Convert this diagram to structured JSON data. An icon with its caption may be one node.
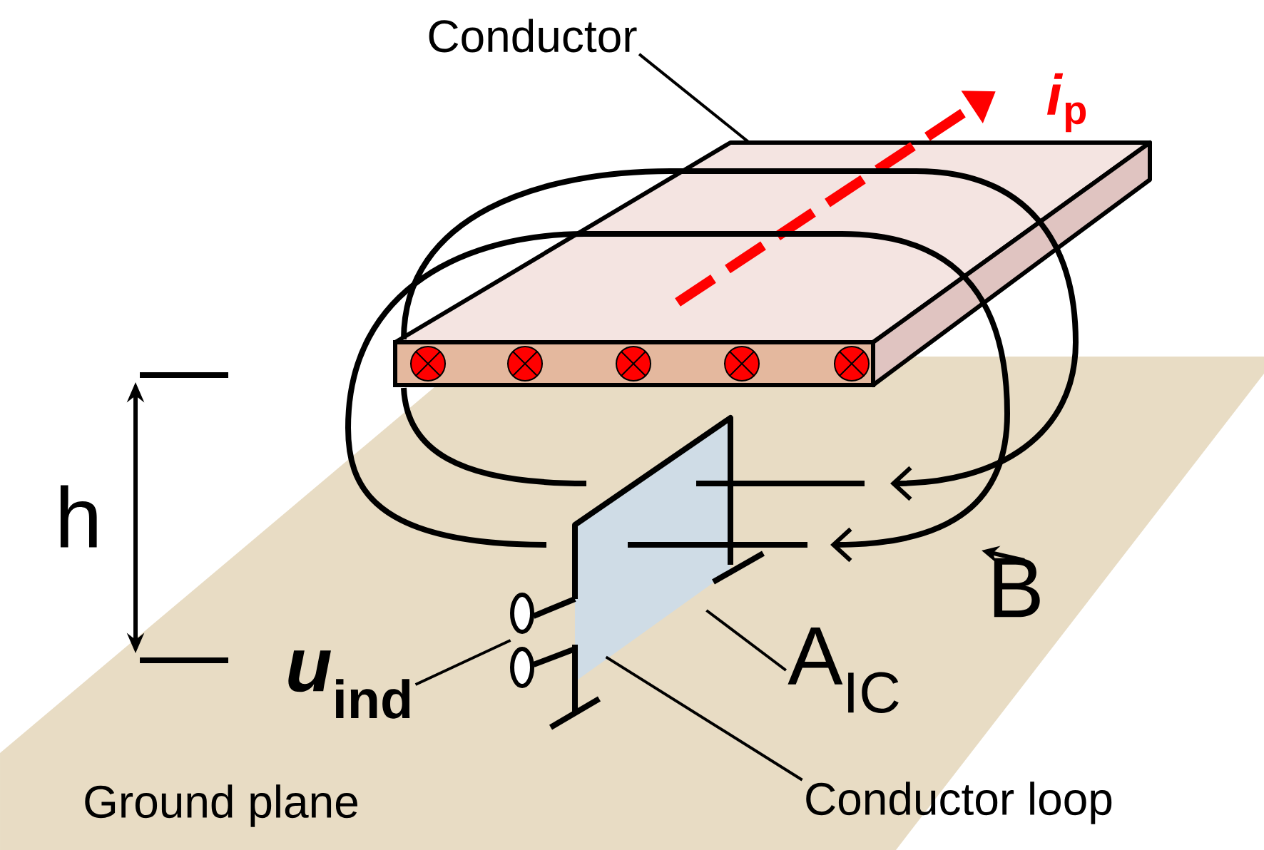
{
  "diagram": {
    "nodes": [
      {
        "text": [
          "Conductor"
        ]
      },
      {
        "text": [],
        "shape": "picture"
      },
      {
        "text": [],
        "shape": "picture"
      },
      {
        "text": [
          "A$_{IC}$"
        ]
      },
      {
        "text": [
          "Conductor loop"
        ]
      },
      {
        "text": [
          "*u*$_{ind}$"
        ]
      },
      {
        "text": [],
        "shape": "picture"
      }
    ],
    "edges": [
      {
        "from": 0,
        "to": 1,
        "arrow": "none"
      },
      {
        "from": 3,
        "to": 2,
        "arrow": "none"
      },
      {
        "from": 4,
        "to": 2,
        "arrow": "none"
      },
      {
        "from": 5,
        "to": 6,
        "arrow": "none"
      }
    ],
    "labels": [
      "*i*$_{p}$",
      "h",
      "B",
      "Ground plane"
    ]
  }
}
